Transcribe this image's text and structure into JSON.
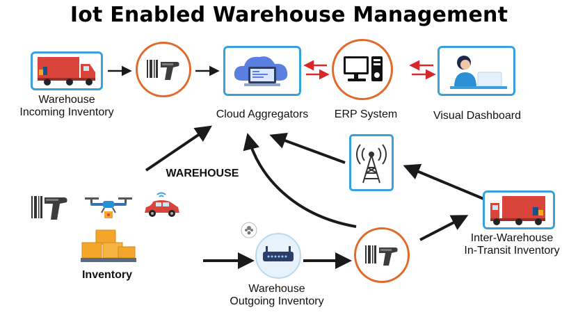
{
  "title": "Iot Enabled Warehouse Management",
  "nodes": {
    "incoming": {
      "line1": "Warehouse",
      "line2": "Incoming Inventory",
      "icon": "truck-icon"
    },
    "scanner_top": {
      "icon": "barcode-scanner-icon"
    },
    "cloud": {
      "label": "Cloud Aggregators",
      "icon": "cloud-laptop-icon"
    },
    "erp": {
      "label": "ERP System",
      "icon": "computer-icon"
    },
    "dashboard": {
      "label": "Visual Dashboard",
      "icon": "person-at-desk-icon"
    },
    "warehouse": {
      "label": "WAREHOUSE"
    },
    "inventory": {
      "label": "Inventory",
      "icons": [
        "barcode-scanner-icon",
        "drone-icon",
        "connected-car-icon",
        "boxes-icon"
      ]
    },
    "outgoing": {
      "line1": "Warehouse",
      "line2": "Outgoing Inventory",
      "icon": "router-icon"
    },
    "scanner_bottom": {
      "icon": "barcode-scanner-icon"
    },
    "tower": {
      "icon": "cell-tower-icon"
    },
    "transit": {
      "line1": "Inter-Warehouse",
      "line2": "In-Transit Inventory",
      "icon": "truck-icon"
    }
  },
  "colors": {
    "frame_blue": "#3aa0dc",
    "ring_orange": "#e06a2a",
    "arrow_dark": "#1a1a1a",
    "arrow_red": "#d8262b",
    "truck_red": "#d9443a",
    "box_orange": "#f4a62a"
  }
}
